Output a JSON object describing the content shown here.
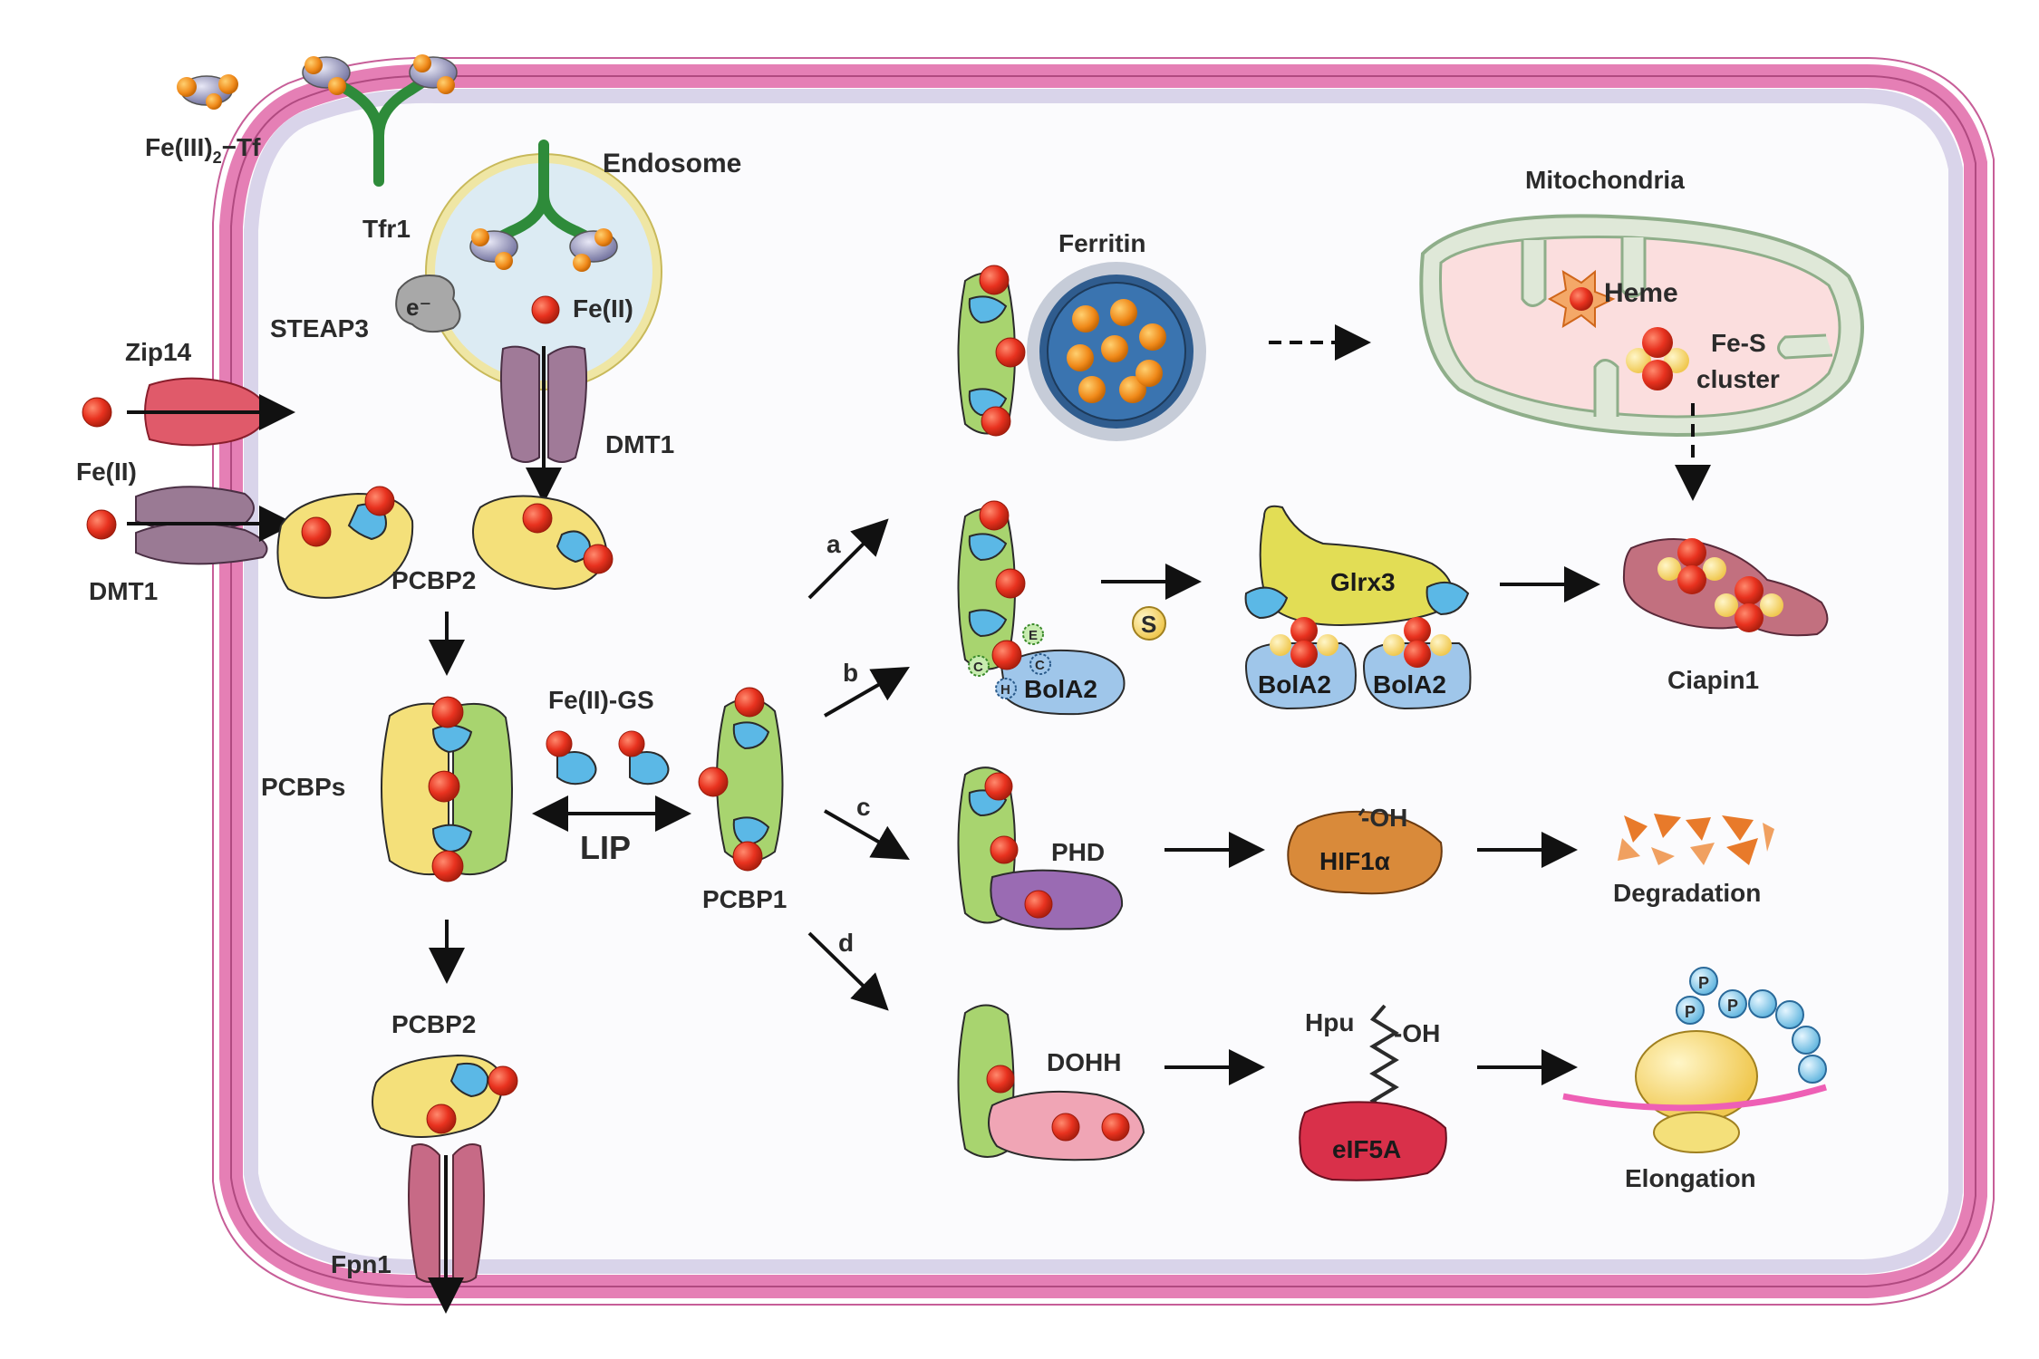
{
  "labels": {
    "tf": "Fe(III)",
    "tf_sub": "2",
    "tf_suffix": "−Tf",
    "tfr1": "Tfr1",
    "endosome": "Endosome",
    "steap3": "STEAP3",
    "electron": "e⁻",
    "endosome_fe": "Fe(II)",
    "zip14": "Zip14",
    "fe_left": "Fe(II)",
    "dmt1_left": "DMT1",
    "dmt1_endo": "DMT1",
    "pcbp2_top": "PCBP2",
    "pcbps": "PCBPs",
    "fe_gs": "Fe(II)-GS",
    "lip": "LIP",
    "pcbp1": "PCBP1",
    "pcbp2_bottom": "PCBP2",
    "fpn1": "Fpn1",
    "ferritin": "Ferritin",
    "mitochondria": "Mitochondria",
    "heme": "Heme",
    "fes_1": "Fe-S",
    "fes_2": "cluster",
    "bola2_single": "BolA2",
    "glrx3": "Glrx3",
    "bola2_a": "BolA2",
    "bola2_b": "BolA2",
    "ciapin1": "Ciapin1",
    "s_ion": "S",
    "res_c1": "C",
    "res_e": "E",
    "res_c2": "C",
    "res_h": "H",
    "phd": "PHD",
    "hif1a": "HIF1α",
    "oh_hif": "-OH",
    "degradation": "Degradation",
    "dohh": "DOHH",
    "hpu": "Hpu",
    "oh_hpu": "-OH",
    "eif5a": "eIF5A",
    "elongation": "Elongation",
    "p1": "P",
    "p2": "P",
    "p3": "P",
    "path_a": "a",
    "path_b": "b",
    "path_c": "c",
    "path_d": "d"
  },
  "colors": {
    "membrane": "#e57fb5",
    "membrane_inner": "#d9d4ea",
    "iron": "#e8321f",
    "pcbp2": "#f4e07a",
    "pcbp1": "#a8d46f",
    "binding_site": "#5bb8e6",
    "glrx3": "#e2dd55",
    "bola2": "#9fc6ea",
    "phd": "#9a6bb3",
    "hif1a": "#d98a3a",
    "eif5a": "#d9304a",
    "dohh": "#f0a5b5",
    "ciapin1": "#c2707f",
    "fes_yellow": "#f3d36a",
    "mito_fill": "#fbdede",
    "mito_outer": "#b8cdb2"
  }
}
